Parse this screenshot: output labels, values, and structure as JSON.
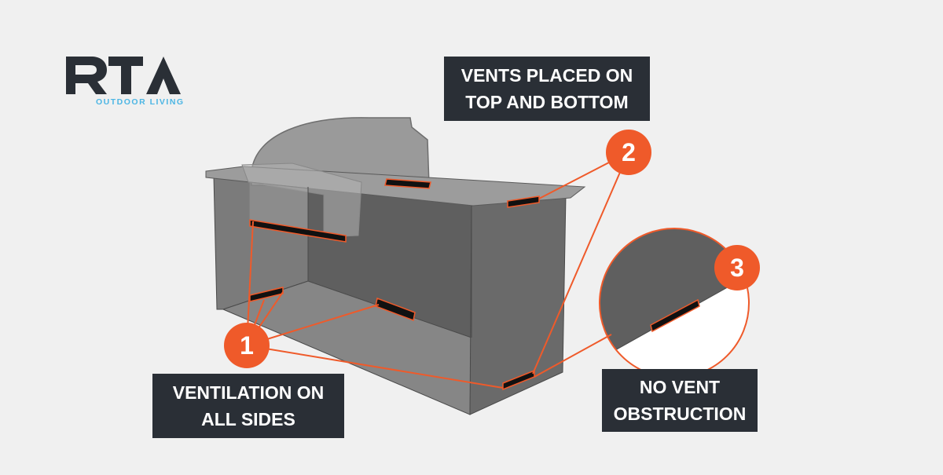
{
  "brand": {
    "name": "RTA",
    "tagline": "OUTDOOR LIVING",
    "colors": {
      "dark": "#2a2f36",
      "accent": "#ef5a2a",
      "sky": "#4db6e4"
    }
  },
  "callouts": [
    {
      "number": "1",
      "lines": [
        "VENTILATION ON",
        "ALL SIDES"
      ]
    },
    {
      "number": "2",
      "lines": [
        "VENTS PLACED ON",
        "TOP AND BOTTOM"
      ]
    },
    {
      "number": "3",
      "lines": [
        "NO VENT",
        "OBSTRUCTION"
      ]
    }
  ]
}
